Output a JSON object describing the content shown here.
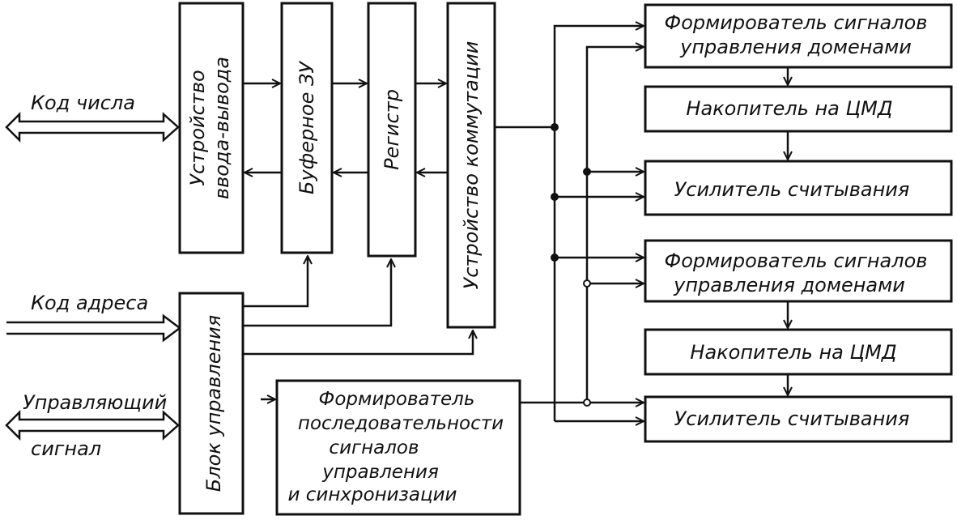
{
  "inputs": {
    "number_code": "Код числа",
    "address_code": "Код адреса",
    "control_signal_line1": "Управляющий",
    "control_signal_line2": "сигнал"
  },
  "blocks": {
    "io_device_line1": "Устройство",
    "io_device_line2": "ввода-вывода",
    "buffer_memory": "Буферное ЗУ",
    "register": "Регистр",
    "switching_device": "Устройство коммутации",
    "control_unit": "Блок управления",
    "sequencer_lines": [
      "Формирователь",
      "последовательности",
      "сигналов",
      "управления",
      "и синхронизации"
    ]
  },
  "memory_channels": [
    {
      "driver_line1": "Формирователь сигналов",
      "driver_line2": "управления доменами",
      "storage": "Накопитель на ЦМД",
      "amplifier": "Усилитель считывания"
    },
    {
      "driver_line1": "Формирователь сигналов",
      "driver_line2": "управления доменами",
      "storage": "Накопитель на ЦМД",
      "amplifier": "Усилитель считывания"
    }
  ]
}
